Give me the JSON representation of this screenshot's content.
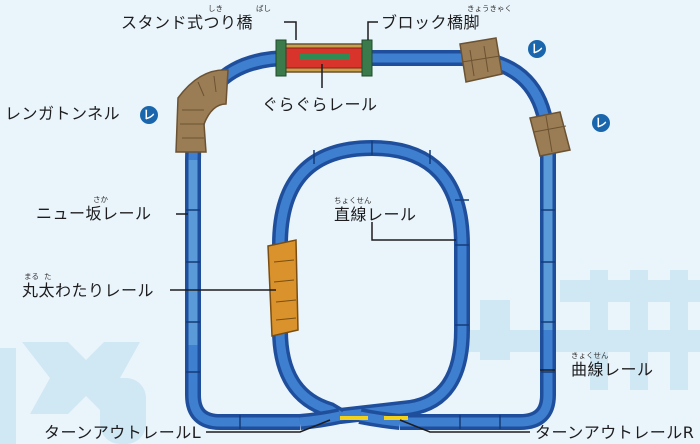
{
  "labels": {
    "stand_bridge": "スタンド式つり橋",
    "stand_bridge_ruby_shiki": "しき",
    "stand_bridge_ruby_bashi": "ばし",
    "block_pier": "ブロック橋脚",
    "block_pier_ruby": "きょうきゃく",
    "wobbly_rail": "ぐらぐらレール",
    "brick_tunnel": "レンガトンネル",
    "new_slope": "ニュー坂レール",
    "new_slope_ruby": "さか",
    "straight_rail": "直線レール",
    "straight_rail_ruby": "ちょくせん",
    "log_crossing": "丸太わたりレール",
    "log_crossing_ruby_maru": "まる",
    "log_crossing_ruby_ta": "た",
    "curve_rail": "曲線レール",
    "curve_rail_ruby": "きょくせん",
    "turnout_l": "ターンアウトレールL",
    "turnout_r": "ターンアウトレールR"
  },
  "badges": {
    "curve_mark": "レ"
  },
  "colors": {
    "track_dark": "#1f4f9c",
    "track_mid": "#2b62b8",
    "track_light": "#3f7fd0",
    "track_pale": "#5a9ad9",
    "tunnel_brown": "#9b7d55",
    "bridge_red": "#d8342b",
    "log_orange": "#d9922c",
    "badge_blue": "#1a66ad",
    "background": "#eaf5fb"
  }
}
